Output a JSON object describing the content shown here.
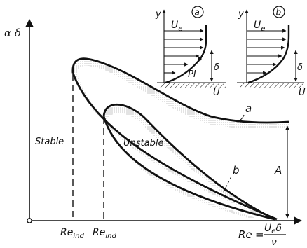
{
  "axes": {
    "y_label": "α δ",
    "x_label": "Re",
    "x_formula_numerator": "Ueδ",
    "x_formula_denominator": "ν",
    "x_ticks": [
      "Re ind",
      "Re ind"
    ]
  },
  "regions": {
    "stable": "Stable",
    "unstable": "Unstable"
  },
  "curve_labels": {
    "a": "a",
    "b": "b",
    "amplitude": "A"
  },
  "insets": [
    {
      "circle_label": "a",
      "y_label": "y",
      "ue_label": "Ue",
      "delta_label": "δ",
      "u_label": "U",
      "pi_label": "PI"
    },
    {
      "circle_label": "b",
      "y_label": "y",
      "ue_label": "Ue",
      "delta_label": "δ",
      "u_label": "U"
    }
  ]
}
